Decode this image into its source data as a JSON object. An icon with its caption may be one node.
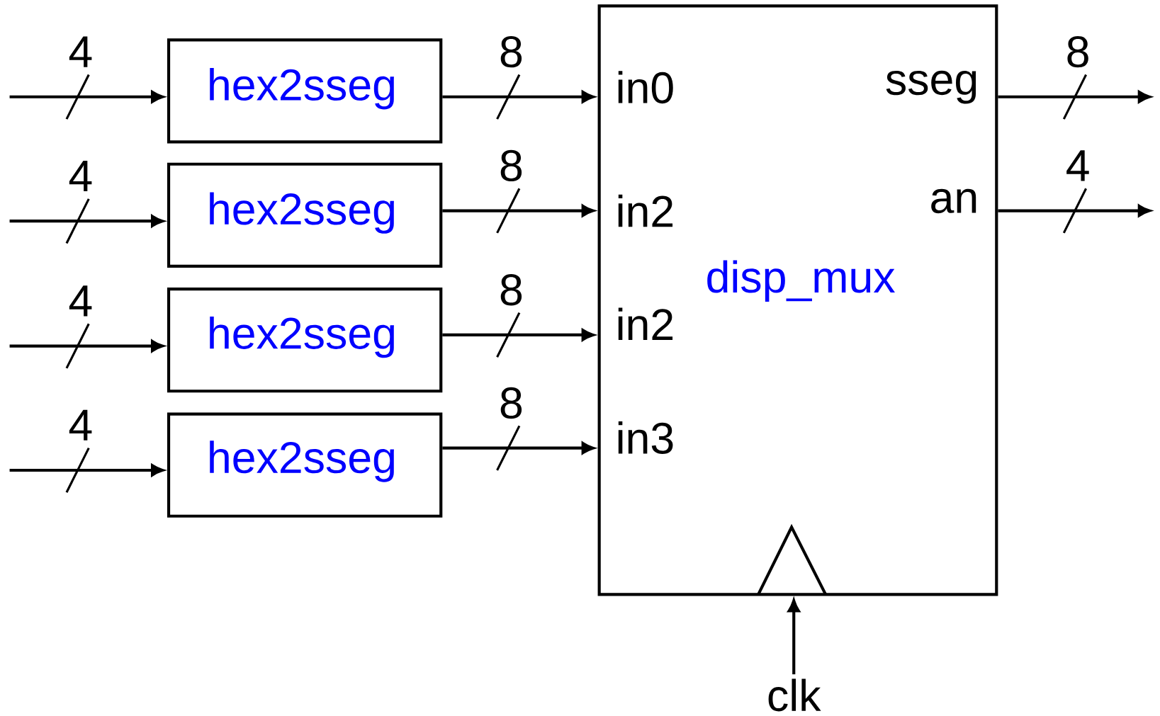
{
  "diagram": {
    "nodes": [
      {
        "text": [
          "hex2sseg"
        ]
      },
      {
        "text": [
          "hex2sseg"
        ]
      },
      {
        "text": [
          "hex2sseg"
        ]
      },
      {
        "text": [
          "hex2sseg"
        ]
      },
      {
        "text": [
          "disp_mux"
        ]
      },
      {
        "text": [
          "clk"
        ]
      }
    ],
    "edges": [
      {
        "from": null,
        "to": 0,
        "arrow": "to",
        "label": "4"
      },
      {
        "from": null,
        "to": 1,
        "arrow": "to",
        "label": "4"
      },
      {
        "from": null,
        "to": 2,
        "arrow": "to",
        "label": "4"
      },
      {
        "from": null,
        "to": 3,
        "arrow": "to",
        "label": "4"
      },
      {
        "from": 0,
        "to": 4,
        "arrow": "to",
        "label": "8"
      },
      {
        "from": 1,
        "to": 4,
        "arrow": "to",
        "label": "8"
      },
      {
        "from": 2,
        "to": 4,
        "arrow": "to",
        "label": "8"
      },
      {
        "from": 3,
        "to": 4,
        "arrow": "to",
        "label": "8"
      },
      {
        "from": 4,
        "to": null,
        "arrow": "to",
        "label": "8"
      },
      {
        "from": 4,
        "to": null,
        "arrow": "to",
        "label": "4"
      },
      {
        "from": 5,
        "to": 4,
        "arrow": "to"
      }
    ],
    "labels": [
      "in0",
      "in2",
      "in2",
      "in3",
      "sseg",
      "an"
    ]
  }
}
